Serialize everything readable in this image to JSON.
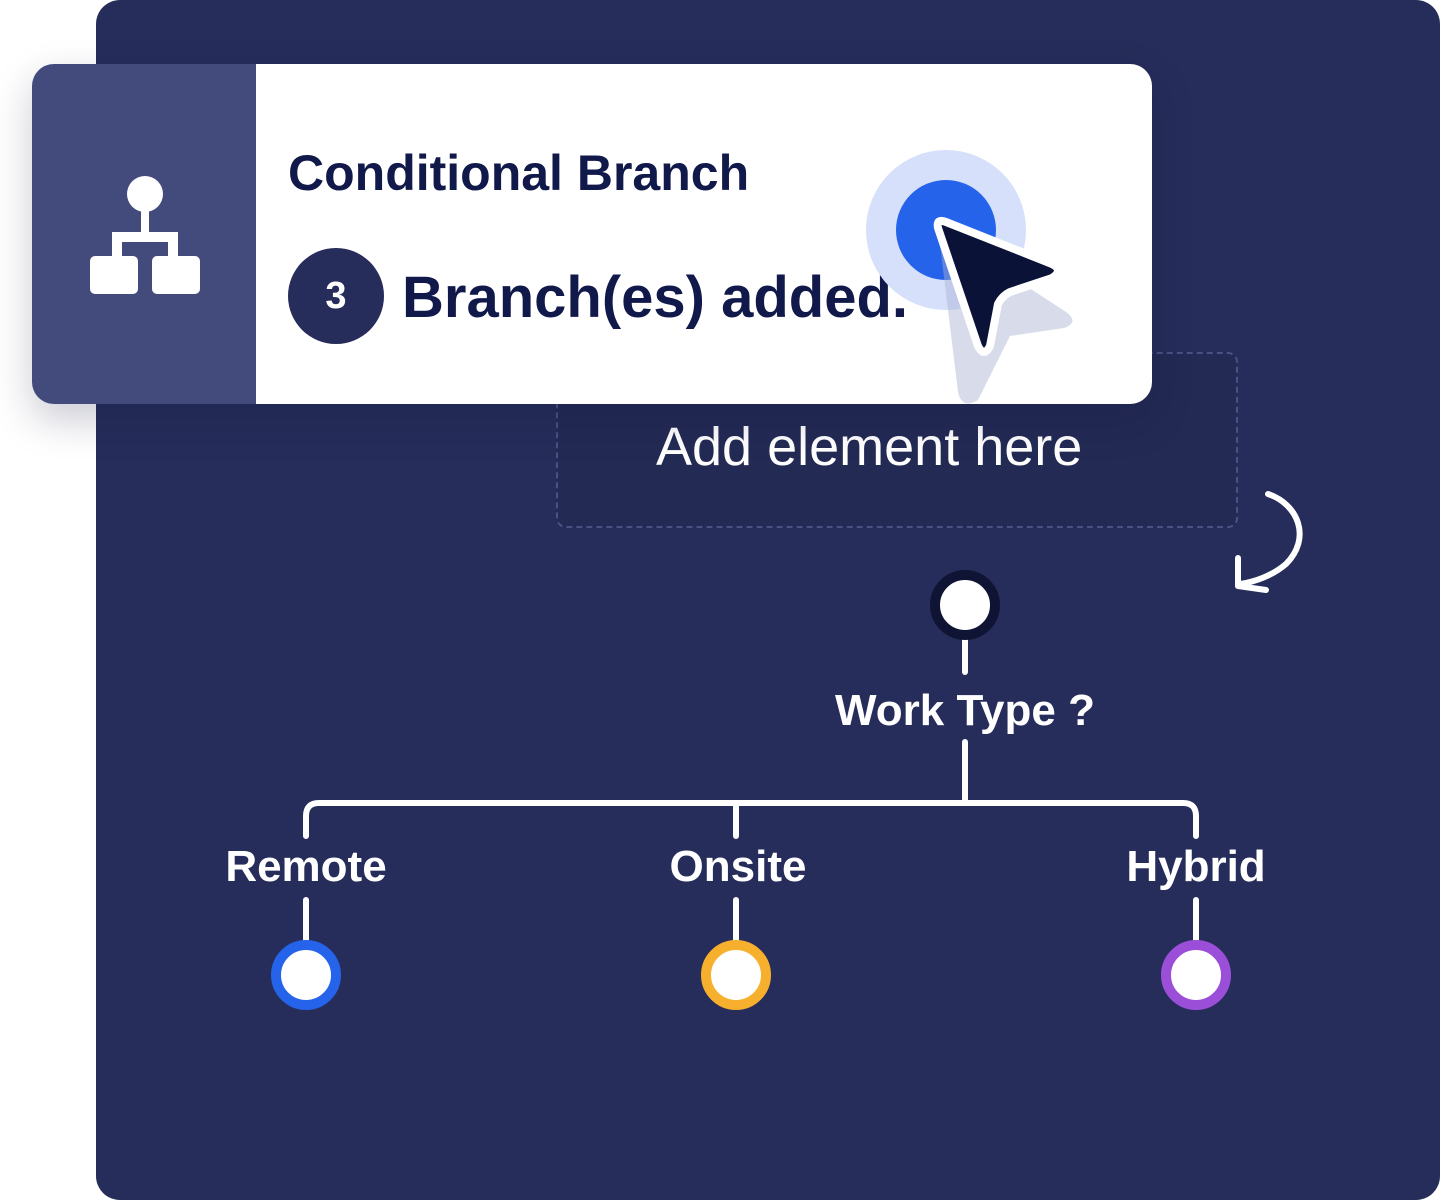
{
  "card": {
    "title": "Conditional Branch",
    "branch_count": "3",
    "status_text": "Branch(es) added.",
    "side_icon": "hierarchy-icon"
  },
  "dropzone": {
    "label": "Add element here"
  },
  "tree": {
    "question": "Work Type ?",
    "branches": [
      {
        "label": "Remote",
        "color": "#2563eb"
      },
      {
        "label": "Onsite",
        "color": "#f6b02d"
      },
      {
        "label": "Hybrid",
        "color": "#9b4fd8"
      }
    ]
  },
  "colors": {
    "canvas": "#262d5a",
    "card_side": "#434b7d",
    "text_dark": "#11184a",
    "cursor_accent": "#2563eb"
  },
  "icons": [
    "hierarchy-icon",
    "curved-arrow-icon",
    "pointer-cursor-icon",
    "click-ripple-icon"
  ]
}
